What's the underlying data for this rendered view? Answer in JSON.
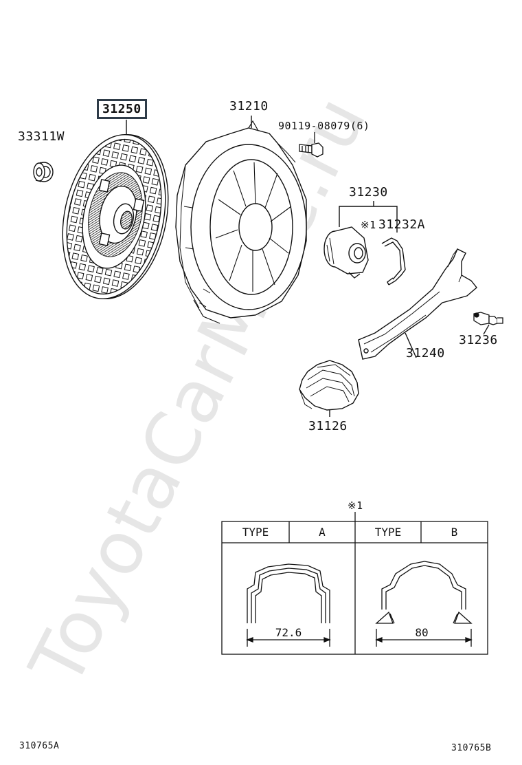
{
  "watermark": "ToyotaCarMine.ru",
  "parts": {
    "disc": "31250",
    "bearing_pilot": "33311W",
    "cover": "31210",
    "bolt": "90119-08079(6)",
    "release_bearing": "31230",
    "clip_ref": "※1",
    "clip": "31232A",
    "fork": "31240",
    "pivot": "31236",
    "boot": "31126"
  },
  "table": {
    "ref": "※1",
    "type_label_a": "TYPE",
    "type_value_a": "A",
    "type_label_b": "TYPE",
    "type_value_b": "B",
    "dim_a": "72.6",
    "dim_b": "80"
  },
  "footer": {
    "left_code": "310765A",
    "right_code": "310765B"
  }
}
